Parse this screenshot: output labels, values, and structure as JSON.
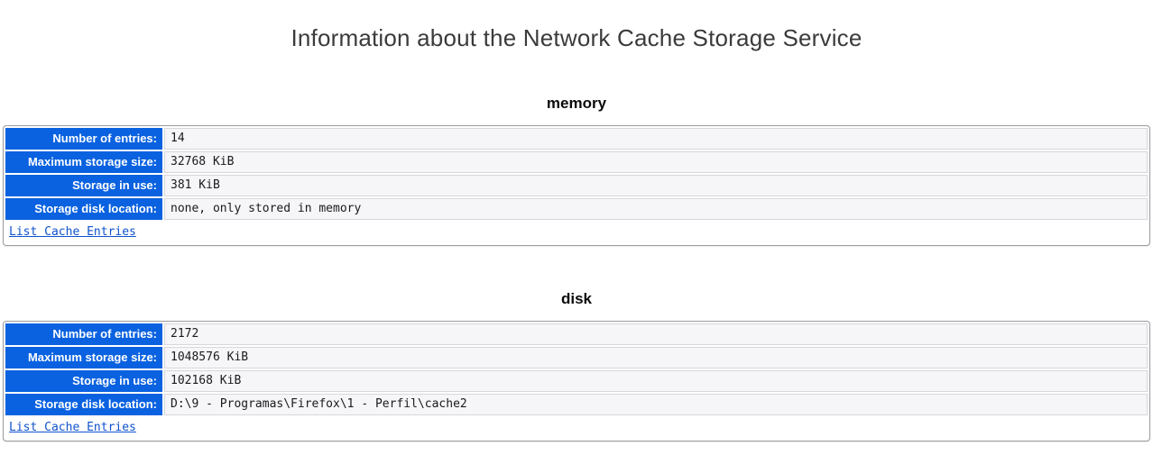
{
  "page": {
    "title": "Information about the Network Cache Storage Service"
  },
  "colors": {
    "label_bg": "#0a62e0",
    "label_text": "#ffffff",
    "value_bg": "#f6f6f9",
    "value_border": "#d6d6dc",
    "link": "#0f52cc",
    "table_border": "#9b9ba1"
  },
  "sections": [
    {
      "heading": "memory",
      "rows": [
        {
          "label": "Number of entries:",
          "value": "14"
        },
        {
          "label": "Maximum storage size:",
          "value": "32768 KiB"
        },
        {
          "label": "Storage in use:",
          "value": "381 KiB"
        },
        {
          "label": "Storage disk location:",
          "value": "none, only stored in memory"
        }
      ],
      "link_label": "List Cache Entries"
    },
    {
      "heading": "disk",
      "rows": [
        {
          "label": "Number of entries:",
          "value": "2172"
        },
        {
          "label": "Maximum storage size:",
          "value": "1048576 KiB"
        },
        {
          "label": "Storage in use:",
          "value": "102168 KiB"
        },
        {
          "label": "Storage disk location:",
          "value": "D:\\9 - Programas\\Firefox\\1 - Perfil\\cache2"
        }
      ],
      "link_label": "List Cache Entries"
    }
  ]
}
